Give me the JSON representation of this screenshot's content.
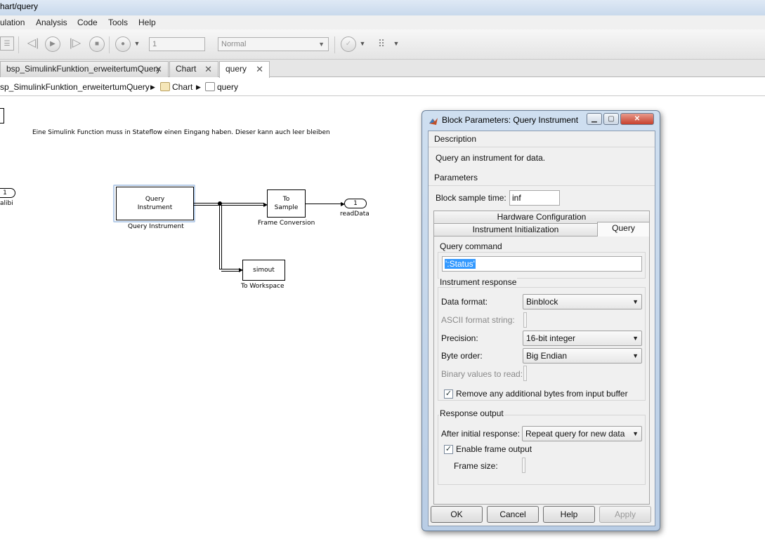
{
  "window": {
    "title": "hart/query"
  },
  "menu": [
    "ulation",
    "Analysis",
    "Code",
    "Tools",
    "Help"
  ],
  "toolbar": {
    "step_value": "1",
    "sim_mode": "Normal"
  },
  "tabs": [
    {
      "label": "bsp_SimulinkFunktion_erweitertumQuery"
    },
    {
      "label": "Chart"
    },
    {
      "label": "query"
    }
  ],
  "breadcrumb": {
    "root": "sp_SimulinkFunktion_erweitertumQuery",
    "chart": "Chart",
    "leaf": "query"
  },
  "canvas": {
    "annotation": "Eine Simulink Function muss in Stateflow einen Eingang haben. Dieser kann auch leer bleiben",
    "inport_number": "1",
    "inport_label": "alibi",
    "query_block_text": "Query\nInstrument",
    "query_block_label": "Query Instrument",
    "frame_block_text": "To\nSample",
    "frame_block_label": "Frame Conversion",
    "outport_number": "1",
    "outport_label": "readData",
    "workspace_block_text": "simout",
    "workspace_block_label": "To Workspace"
  },
  "dialog": {
    "title": "Block Parameters: Query Instrument",
    "description_group": "Description",
    "description_text": "Query an instrument for data.",
    "parameters_group": "Parameters",
    "sample_time_label": "Block sample time:",
    "sample_time_value": "inf",
    "tab_hw": "Hardware Configuration",
    "tab_init": "Instrument Initialization",
    "tab_query": "Query",
    "query_cmd_group": "Query command",
    "query_cmd_value": "':Status'",
    "response_group": "Instrument response",
    "data_format_label": "Data format:",
    "data_format_value": "Binblock",
    "ascii_label": "ASCII format string:",
    "precision_label": "Precision:",
    "precision_value": "16-bit integer",
    "byte_order_label": "Byte order:",
    "byte_order_value": "Big Endian",
    "binary_values_label": "Binary values to read:",
    "remove_bytes_label": "Remove any additional bytes from input buffer",
    "output_group": "Response output",
    "after_initial_label": "After initial response:",
    "after_initial_value": "Repeat query for new data",
    "enable_frame_label": "Enable frame output",
    "frame_size_label": "Frame size:",
    "ok": "OK",
    "cancel": "Cancel",
    "help": "Help",
    "apply": "Apply"
  }
}
